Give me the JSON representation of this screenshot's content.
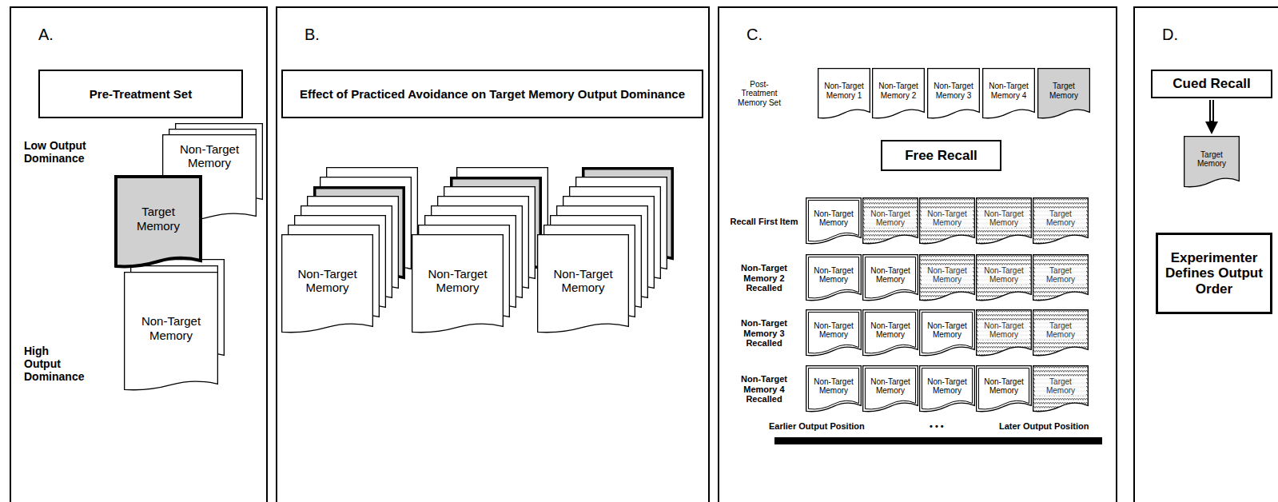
{
  "diagram": {
    "nodes": [
      {
        "text": [
          "A."
        ]
      },
      {
        "text": [
          "Pre-Treatment Set"
        ],
        "in": 0
      },
      {
        "text": [
          "Non-Target Memory"
        ],
        "in": 0
      },
      {
        "text": [
          "Target Memory"
        ],
        "in": 0
      },
      {
        "text": [
          "Non-Target Memory"
        ],
        "in": 0
      },
      {
        "text": [
          "B."
        ]
      },
      {
        "text": [
          "Effect of Practiced Avoidance on Target Memory Output Dominance"
        ],
        "in": 5
      },
      {
        "text": [
          "Non-Target Memory"
        ],
        "in": 5
      },
      {
        "text": [
          "Non-Target Memory"
        ],
        "in": 5
      },
      {
        "text": [
          "Non-Target Memory"
        ],
        "in": 5
      },
      {
        "text": [
          "C."
        ]
      },
      {
        "text": [
          "Non-Target Memory 1"
        ],
        "in": 10
      },
      {
        "text": [
          "Non-Target Memory 2"
        ],
        "in": 10
      },
      {
        "text": [
          "Non-Target Memory 3"
        ],
        "in": 10
      },
      {
        "text": [
          "Non-Target Memory 4"
        ],
        "in": 10
      },
      {
        "text": [
          "Target Memory"
        ],
        "in": 10
      },
      {
        "text": [
          "Free Recall"
        ],
        "in": 10
      },
      {
        "text": [
          "Non-Target Memory"
        ],
        "in": 10
      },
      {
        "text": [
          "Non-Target Memory"
        ],
        "in": 10
      },
      {
        "text": [
          "Non-Target Memory"
        ],
        "in": 10
      },
      {
        "text": [
          "Non-Target Memory"
        ],
        "in": 10
      },
      {
        "text": [
          "Target Memory"
        ],
        "in": 10
      },
      {
        "text": [
          "Non-Target Memory"
        ],
        "in": 10
      },
      {
        "text": [
          "Non-Target Memory"
        ],
        "in": 10
      },
      {
        "text": [
          "Non-Target Memory"
        ],
        "in": 10
      },
      {
        "text": [
          "Non-Target Memory"
        ],
        "in": 10
      },
      {
        "text": [
          "Target Memory"
        ],
        "in": 10
      },
      {
        "text": [
          "Non-Target Memory"
        ],
        "in": 10
      },
      {
        "text": [
          "Non-Target Memory"
        ],
        "in": 10
      },
      {
        "text": [
          "Non-Target Memory"
        ],
        "in": 10
      },
      {
        "text": [
          "Non-Target Memory"
        ],
        "in": 10
      },
      {
        "text": [
          "Target Memory"
        ],
        "in": 10
      },
      {
        "text": [
          "Non-Target Memory"
        ],
        "in": 10
      },
      {
        "text": [
          "Non-Target Memory"
        ],
        "in": 10
      },
      {
        "text": [
          "Non-Target Memory"
        ],
        "in": 10
      },
      {
        "text": [
          "Non-Target Memory"
        ],
        "in": 10
      },
      {
        "text": [
          "Target Memory"
        ],
        "in": 10
      },
      {
        "text": [
          "D."
        ]
      },
      {
        "text": [
          "Cued Recall"
        ],
        "in": 37
      },
      {
        "text": [
          "Target Memory"
        ],
        "in": 37
      },
      {
        "text": [
          "Experimenter Defines Output Order"
        ],
        "in": 37
      }
    ],
    "edges": [
      {
        "from": 38,
        "to": 39,
        "arrow": "to"
      }
    ],
    "labels": [
      "Low Output Dominance",
      "High Output Dominance",
      "Post-Treatment Memory Set",
      "Recall First Item",
      "Non-Target Memory 2 Recalled",
      "Non-Target Memory 3 Recalled",
      "Non-Target Memory 4 Recalled",
      "Earlier Output Position",
      "• • •",
      "Later Output Position"
    ]
  }
}
